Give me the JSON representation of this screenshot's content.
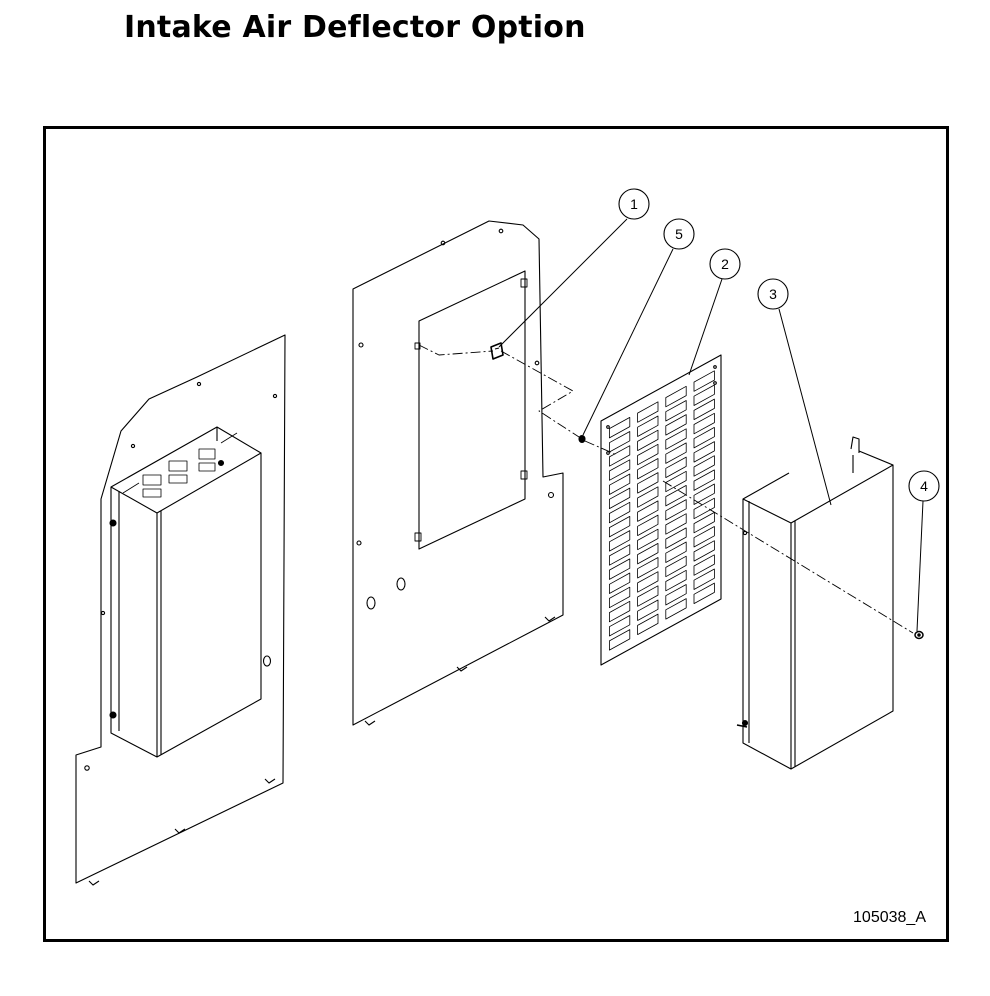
{
  "title": "Intake Air Deflector Option",
  "drawing_number": "105038_A",
  "callouts": [
    {
      "id": "callout-1",
      "label": "1"
    },
    {
      "id": "callout-5",
      "label": "5"
    },
    {
      "id": "callout-2",
      "label": "2"
    },
    {
      "id": "callout-3",
      "label": "3"
    },
    {
      "id": "callout-4",
      "label": "4"
    }
  ]
}
